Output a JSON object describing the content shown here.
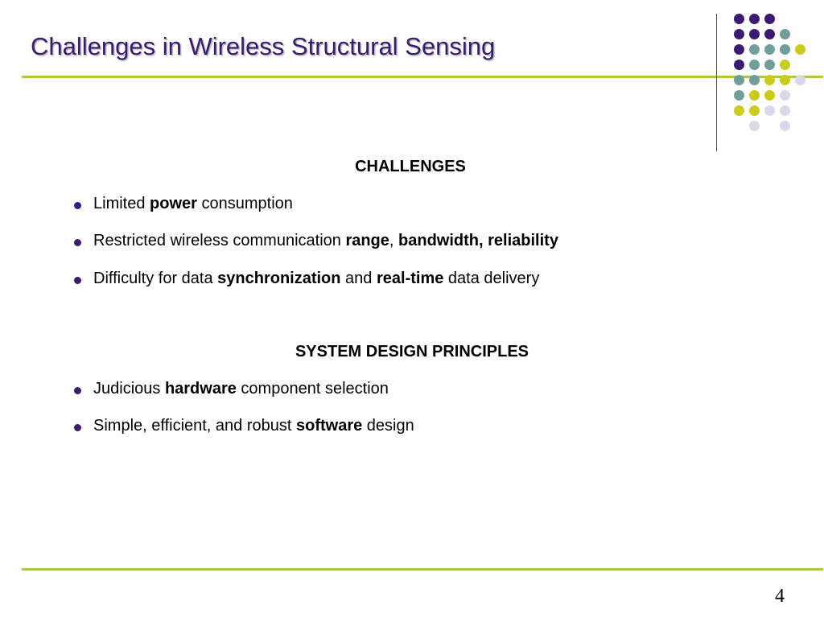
{
  "slide": {
    "title": "Challenges in Wireless Structural Sensing",
    "page_number": "4"
  },
  "theme": {
    "title_color": "#3b1a73",
    "rule_color": "#a8c93a",
    "bullet_color": "#3b1a73"
  },
  "decoration": {
    "dot_colors": {
      "purple": "#3b1a73",
      "teal": "#6f9e9b",
      "olive": "#c9cc1c",
      "lavender": "#d9d7e8"
    }
  },
  "sections": {
    "challenges": {
      "heading": "CHALLENGES",
      "items": [
        {
          "pre": "Limited ",
          "bold1": "power",
          "mid": " consumption"
        },
        {
          "pre": "Restricted wireless communication ",
          "bold1": "range",
          "mid": ", ",
          "bold2": "bandwidth, reliability"
        },
        {
          "pre": "Difficulty for data ",
          "bold1": "synchronization",
          "mid": " and ",
          "bold2": "real-time",
          "post": " data delivery"
        }
      ]
    },
    "principles": {
      "heading": "SYSTEM DESIGN PRINCIPLES",
      "items": [
        {
          "pre": "Judicious ",
          "bold1": "hardware",
          "mid": " component selection"
        },
        {
          "pre": "Simple, efficient, and robust ",
          "bold1": "software",
          "mid": " design"
        }
      ]
    }
  }
}
